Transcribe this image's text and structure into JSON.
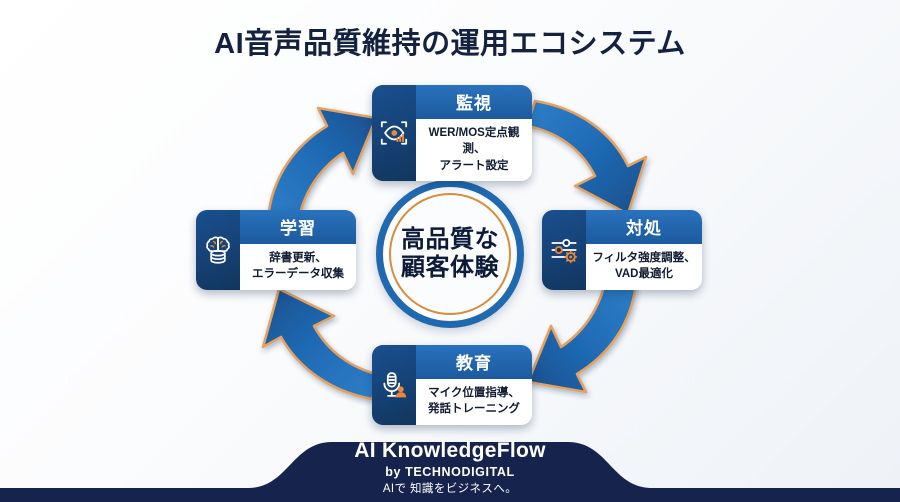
{
  "title": "AI音声品質維持の運用エコシステム",
  "center": {
    "line1": "高品質な",
    "line2": "顧客体験"
  },
  "colors": {
    "navy_dark": "#12365f",
    "blue_header": "#1c5a9e",
    "blue_arrow": "#1f6ab4",
    "orange_accent": "#e08a3c",
    "banner_navy": "#16244d",
    "title_text": "#14213f",
    "background": "#f4f7fa"
  },
  "cards": [
    {
      "id": "monitor",
      "title": "監視",
      "desc_line1": "WER/MOS定点観測、",
      "desc_line2": "アラート設定",
      "icon": "eye-scan-chart-icon"
    },
    {
      "id": "action",
      "title": "対処",
      "desc_line1": "フィルタ強度調整、",
      "desc_line2": "VAD最適化",
      "icon": "sliders-gear-icon"
    },
    {
      "id": "train",
      "title": "教育",
      "desc_line1": "マイク位置指導、",
      "desc_line2": "発話トレーニング",
      "icon": "microphone-person-icon"
    },
    {
      "id": "learn",
      "title": "学習",
      "desc_line1": "辞書更新、",
      "desc_line2": "エラーデータ収集",
      "icon": "brain-database-icon"
    }
  ],
  "flow": {
    "type": "cycle",
    "direction": "clockwise",
    "sequence": [
      "監視",
      "対処",
      "教育",
      "学習"
    ],
    "arrows": [
      {
        "from": "監視",
        "to": "対処",
        "name": "arrow-monitor-to-action"
      },
      {
        "from": "対処",
        "to": "教育",
        "name": "arrow-action-to-train"
      },
      {
        "from": "教育",
        "to": "学習",
        "name": "arrow-train-to-learn"
      },
      {
        "from": "学習",
        "to": "監視",
        "name": "arrow-learn-to-monitor"
      }
    ]
  },
  "footer": {
    "brand": "AI KnowledgeFlow",
    "by": "by TECHNODIGITAL",
    "tagline": "AIで 知識をビジネスへ。"
  }
}
